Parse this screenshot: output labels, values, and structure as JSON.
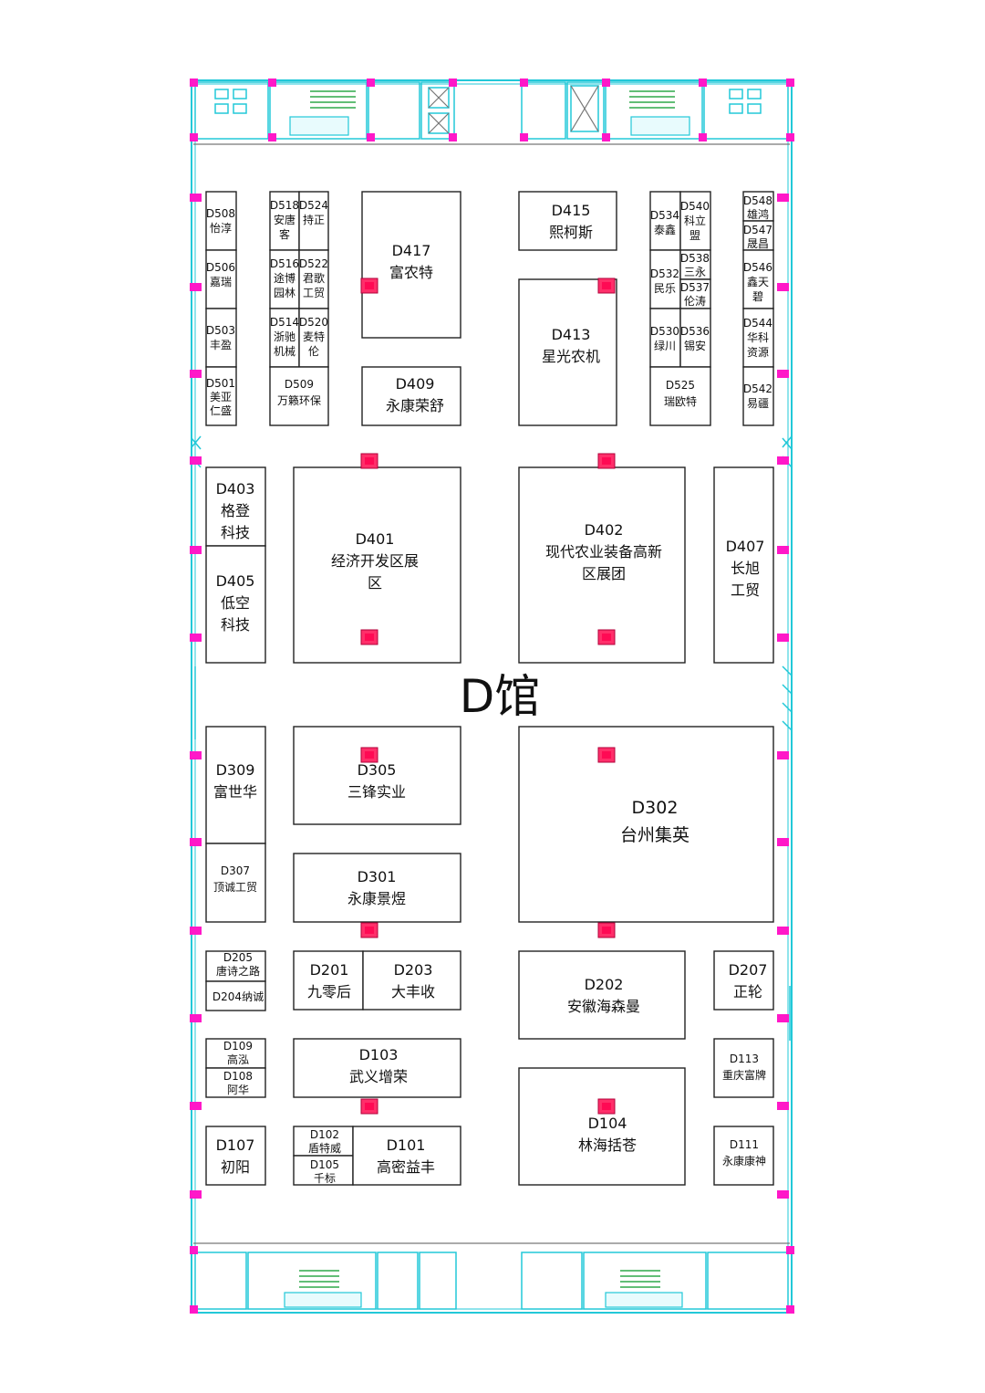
{
  "hall_name": "D馆",
  "booths": [
    {
      "id": "d508",
      "lines": [
        "D508",
        "怡淳"
      ]
    },
    {
      "id": "d506",
      "lines": [
        "D506",
        "嘉瑞"
      ]
    },
    {
      "id": "d503",
      "lines": [
        "D503",
        "丰盈"
      ]
    },
    {
      "id": "d501",
      "lines": [
        "D501",
        "美亚",
        "仁盛"
      ]
    },
    {
      "id": "d518",
      "lines": [
        "D518",
        "安唐",
        "客"
      ]
    },
    {
      "id": "d524",
      "lines": [
        "D524",
        "持正"
      ]
    },
    {
      "id": "d516",
      "lines": [
        "D516",
        "途博",
        "园林"
      ]
    },
    {
      "id": "d522",
      "lines": [
        "D522",
        "君歌",
        "工贸"
      ]
    },
    {
      "id": "d514",
      "lines": [
        "D514",
        "浙驰",
        "机械"
      ]
    },
    {
      "id": "d520",
      "lines": [
        "D520",
        "麦特",
        "伦"
      ]
    },
    {
      "id": "d509",
      "lines": [
        "D509",
        "万籁环保"
      ]
    },
    {
      "id": "d417",
      "lines": [
        "D417",
        "富农特"
      ]
    },
    {
      "id": "d409",
      "lines": [
        "D409",
        "永康荣舒"
      ]
    },
    {
      "id": "d415",
      "lines": [
        "D415",
        "熙柯斯"
      ]
    },
    {
      "id": "d413",
      "lines": [
        "D413",
        "星光农机"
      ]
    },
    {
      "id": "d534",
      "lines": [
        "D534",
        "泰鑫"
      ]
    },
    {
      "id": "d540",
      "lines": [
        "D540",
        "科立",
        "盟"
      ]
    },
    {
      "id": "d532",
      "lines": [
        "D532",
        "民乐"
      ]
    },
    {
      "id": "d538",
      "lines": [
        "D538",
        "三永"
      ]
    },
    {
      "id": "d537",
      "lines": [
        "D537",
        "伦涛"
      ]
    },
    {
      "id": "d530",
      "lines": [
        "D530",
        "绿川"
      ]
    },
    {
      "id": "d536",
      "lines": [
        "D536",
        "锡安"
      ]
    },
    {
      "id": "d525",
      "lines": [
        "D525",
        "瑞欧特"
      ]
    },
    {
      "id": "d548",
      "lines": [
        "D548",
        "雄鸿"
      ]
    },
    {
      "id": "d547",
      "lines": [
        "D547",
        "晟昌"
      ]
    },
    {
      "id": "d546",
      "lines": [
        "D546",
        "鑫天",
        "碧"
      ]
    },
    {
      "id": "d544",
      "lines": [
        "D544",
        "华科",
        "资源"
      ]
    },
    {
      "id": "d542",
      "lines": [
        "D542",
        "易疆"
      ]
    },
    {
      "id": "d403",
      "lines": [
        "D403",
        "格登",
        "科技"
      ]
    },
    {
      "id": "d405",
      "lines": [
        "D405",
        "低空",
        "科技"
      ]
    },
    {
      "id": "d401",
      "lines": [
        "D401",
        "经济开发区展",
        "区"
      ]
    },
    {
      "id": "d402",
      "lines": [
        "D402",
        "现代农业装备高新",
        "区展团"
      ]
    },
    {
      "id": "d407",
      "lines": [
        "D407",
        "长旭",
        "工贸"
      ]
    },
    {
      "id": "d309",
      "lines": [
        "D309",
        "富世华"
      ]
    },
    {
      "id": "d307",
      "lines": [
        "D307",
        "顶诚工贸"
      ]
    },
    {
      "id": "d305",
      "lines": [
        "D305",
        "三锋实业"
      ]
    },
    {
      "id": "d301",
      "lines": [
        "D301",
        "永康景煜"
      ]
    },
    {
      "id": "d302",
      "lines": [
        "D302",
        "台州集英"
      ]
    },
    {
      "id": "d205",
      "lines": [
        "D205",
        "唐诗之路"
      ]
    },
    {
      "id": "d204",
      "lines": [
        "D204纳诚"
      ]
    },
    {
      "id": "d201",
      "lines": [
        "D201",
        "九零后"
      ]
    },
    {
      "id": "d203",
      "lines": [
        "D203",
        "大丰收"
      ]
    },
    {
      "id": "d202",
      "lines": [
        "D202",
        "安徽海森曼"
      ]
    },
    {
      "id": "d207",
      "lines": [
        "D207",
        "正轮"
      ]
    },
    {
      "id": "d109",
      "lines": [
        "D109",
        "高泓"
      ]
    },
    {
      "id": "d108",
      "lines": [
        "D108",
        "阿华"
      ]
    },
    {
      "id": "d103",
      "lines": [
        "D103",
        "武义增荣"
      ]
    },
    {
      "id": "d104",
      "lines": [
        "D104",
        "林海括苍"
      ]
    },
    {
      "id": "d113",
      "lines": [
        "D113",
        "重庆富牌"
      ]
    },
    {
      "id": "d107",
      "lines": [
        "D107",
        "初阳"
      ]
    },
    {
      "id": "d102",
      "lines": [
        "D102",
        "盾特威"
      ]
    },
    {
      "id": "d105",
      "lines": [
        "D105",
        "千标"
      ]
    },
    {
      "id": "d101",
      "lines": [
        "D101",
        "高密益丰"
      ]
    },
    {
      "id": "d111",
      "lines": [
        "D111",
        "永康康神"
      ]
    }
  ]
}
